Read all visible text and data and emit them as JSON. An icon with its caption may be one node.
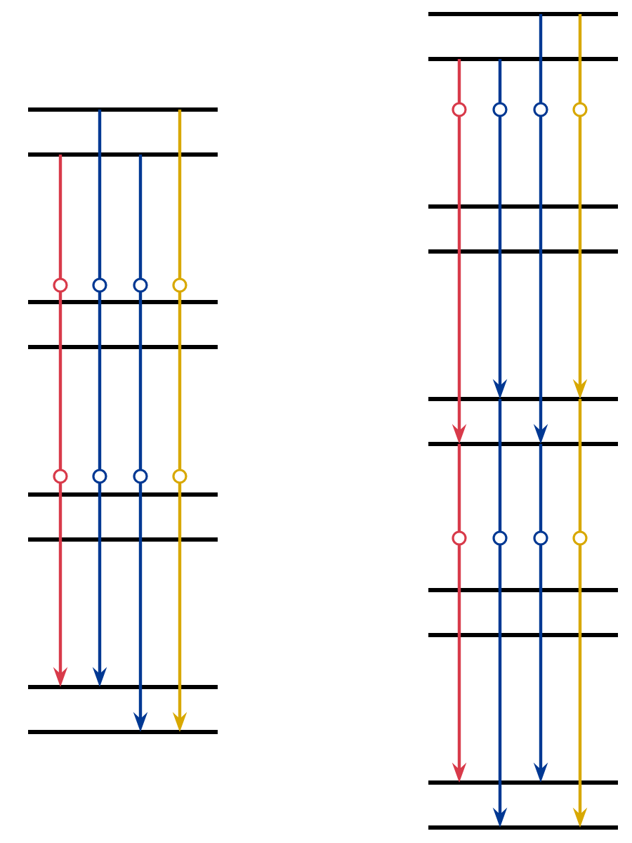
{
  "diagram": {
    "nodes": [
      {
        "text": [],
        "shape": "bar"
      },
      {
        "text": [],
        "shape": "bar"
      },
      {
        "text": [],
        "shape": "bar"
      },
      {
        "text": [],
        "shape": "bar"
      },
      {
        "text": [],
        "shape": "bar"
      },
      {
        "text": [],
        "shape": "bar"
      },
      {
        "text": [],
        "shape": "bar"
      },
      {
        "text": [],
        "shape": "bar"
      },
      {
        "text": [],
        "shape": "bar"
      },
      {
        "text": [],
        "shape": "bar"
      },
      {
        "text": [],
        "shape": "bar"
      },
      {
        "text": [],
        "shape": "bar"
      },
      {
        "text": [],
        "shape": "bar"
      },
      {
        "text": [],
        "shape": "bar"
      },
      {
        "text": [],
        "shape": "bar"
      },
      {
        "text": [],
        "shape": "bar"
      },
      {
        "text": [],
        "shape": "bar"
      },
      {
        "text": [],
        "shape": "bar"
      }
    ],
    "edges": [
      {
        "from": 1,
        "to": 6,
        "arrow": "to",
        "color": "#d83a4a"
      },
      {
        "from": 0,
        "to": 6,
        "arrow": "to"
      },
      {
        "from": 1,
        "to": 7,
        "arrow": "to"
      },
      {
        "from": 0,
        "to": 7,
        "arrow": "to",
        "color": "#d8a800"
      },
      {
        "from": 9,
        "to": 13,
        "arrow": "to",
        "color": "#d83a4a"
      },
      {
        "from": 13,
        "to": 16,
        "arrow": "to",
        "color": "#d83a4a"
      },
      {
        "from": 9,
        "to": 12,
        "arrow": "to"
      },
      {
        "from": 12,
        "to": 17,
        "arrow": "to"
      },
      {
        "from": 8,
        "to": 13,
        "arrow": "to"
      },
      {
        "from": 13,
        "to": 16,
        "arrow": "to"
      },
      {
        "from": 8,
        "to": 12,
        "arrow": "to",
        "color": "#d8a800"
      },
      {
        "from": 12,
        "to": 17,
        "arrow": "to",
        "color": "#d8a800"
      }
    ]
  }
}
